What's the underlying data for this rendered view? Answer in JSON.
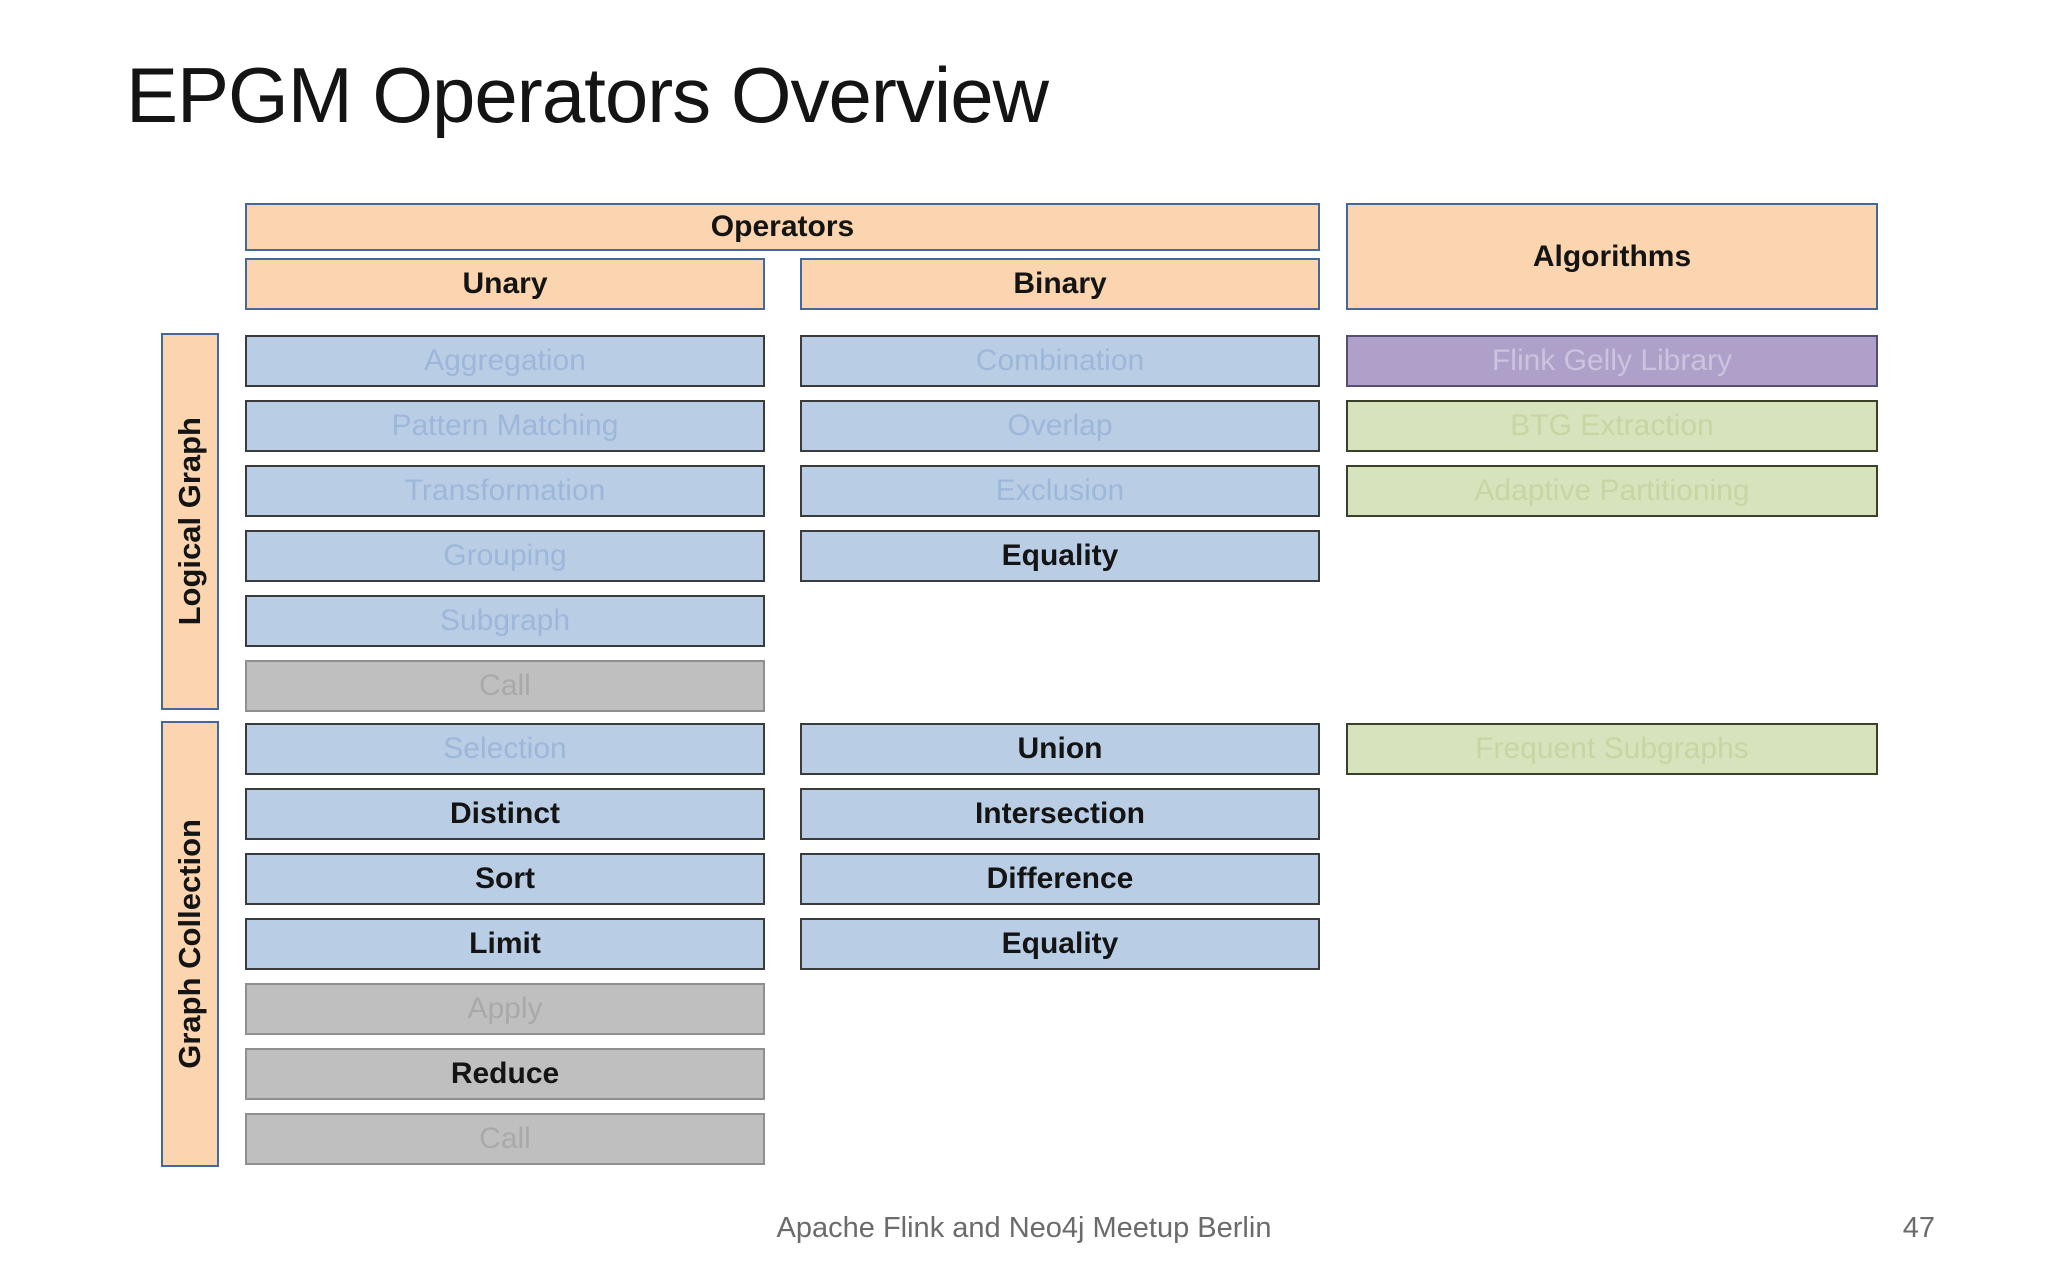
{
  "title": "EPGM Operators Overview",
  "palette": {
    "header_fill": "#FAD5B0",
    "header_border": "#44689D",
    "operator_fill": "#B9CDE5",
    "operator_border": "#3B3B3B",
    "auxiliary_fill": "#BFBFBF",
    "library_fill": "#AFA0C9",
    "algorithm_fill": "#D7E3BD",
    "inactive_blue_text": "#9DB7DB",
    "active_text": "#141414",
    "footer_text": "#6b6b6b"
  },
  "headers": {
    "operators": "Operators",
    "unary": "Unary",
    "binary": "Binary",
    "algorithms": "Algorithms"
  },
  "sections": [
    {
      "label": "Logical Graph",
      "unary": [
        {
          "label": "Aggregation",
          "variant": "blue",
          "state": "inactive"
        },
        {
          "label": "Pattern Matching",
          "variant": "blue",
          "state": "inactive"
        },
        {
          "label": "Transformation",
          "variant": "blue",
          "state": "inactive"
        },
        {
          "label": "Grouping",
          "variant": "blue",
          "state": "inactive"
        },
        {
          "label": "Subgraph",
          "variant": "blue",
          "state": "inactive"
        },
        {
          "label": "Call",
          "variant": "gray",
          "state": "inactive"
        }
      ],
      "binary": [
        {
          "label": "Combination",
          "variant": "blue",
          "state": "inactive"
        },
        {
          "label": "Overlap",
          "variant": "blue",
          "state": "inactive"
        },
        {
          "label": "Exclusion",
          "variant": "blue",
          "state": "inactive"
        },
        {
          "label": "Equality",
          "variant": "blue",
          "state": "active"
        }
      ],
      "algorithms": [
        {
          "label": "Flink Gelly Library",
          "variant": "purple",
          "state": "inactive"
        },
        {
          "label": "BTG Extraction",
          "variant": "green",
          "state": "inactive"
        },
        {
          "label": "Adaptive Partitioning",
          "variant": "green",
          "state": "inactive"
        }
      ]
    },
    {
      "label": "Graph Collection",
      "unary": [
        {
          "label": "Selection",
          "variant": "blue",
          "state": "inactive"
        },
        {
          "label": "Distinct",
          "variant": "blue",
          "state": "active"
        },
        {
          "label": "Sort",
          "variant": "blue",
          "state": "active"
        },
        {
          "label": "Limit",
          "variant": "blue",
          "state": "active"
        },
        {
          "label": "Apply",
          "variant": "gray",
          "state": "inactive"
        },
        {
          "label": "Reduce",
          "variant": "gray",
          "state": "active"
        },
        {
          "label": "Call",
          "variant": "gray",
          "state": "inactive"
        }
      ],
      "binary": [
        {
          "label": "Union",
          "variant": "blue",
          "state": "active"
        },
        {
          "label": "Intersection",
          "variant": "blue",
          "state": "active"
        },
        {
          "label": "Difference",
          "variant": "blue",
          "state": "active"
        },
        {
          "label": "Equality",
          "variant": "blue",
          "state": "active"
        }
      ],
      "algorithms": [
        {
          "label": "Frequent Subgraphs",
          "variant": "green",
          "state": "inactive"
        }
      ]
    }
  ],
  "footer": {
    "text": "Apache Flink and Neo4j Meetup Berlin",
    "page": "47"
  }
}
